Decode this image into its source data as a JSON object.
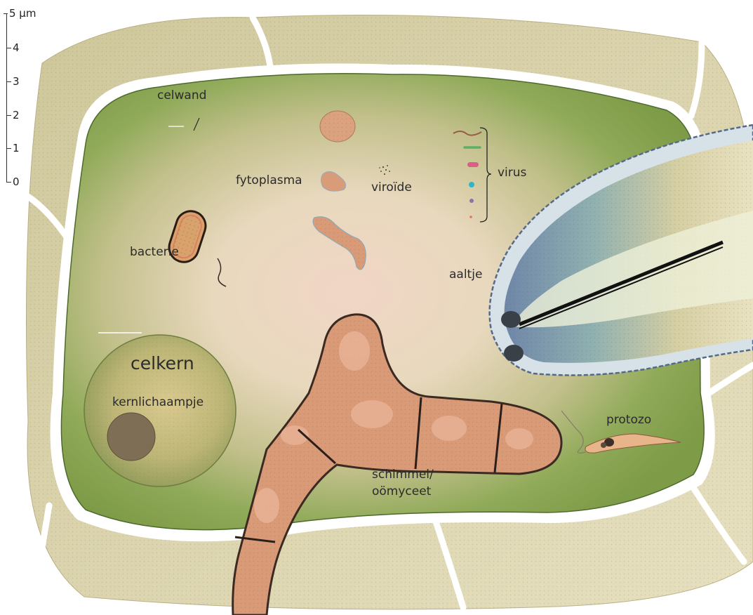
{
  "scale": {
    "unit_label": "5 µm",
    "ticks": [
      "4",
      "3",
      "2",
      "1",
      "0"
    ]
  },
  "labels": {
    "celwand": "celwand",
    "fytoplasma": "fytoplasma",
    "viroide": "viroïde",
    "virus": "virus",
    "bacterie": "bacterie",
    "aaltje": "aaltje",
    "celkern": "celkern",
    "kernlichaampje": "kernlichaampje",
    "protozo": "protozo",
    "schimmel_line1": "schimmel/",
    "schimmel_line2": "oömyceet"
  },
  "colors": {
    "cell_wall": "#d8d2a8",
    "cytoplasm": "#7f9d4a",
    "nucleus": "#a9a86a",
    "nucleolus": "#7e6e55",
    "hypha": "#d99a78",
    "nematode": "#bfc9a6",
    "virus_colors": [
      "#9a5a48",
      "#5fae68",
      "#d95f86",
      "#2bb7c9",
      "#8d74a8",
      "#e07562"
    ]
  }
}
